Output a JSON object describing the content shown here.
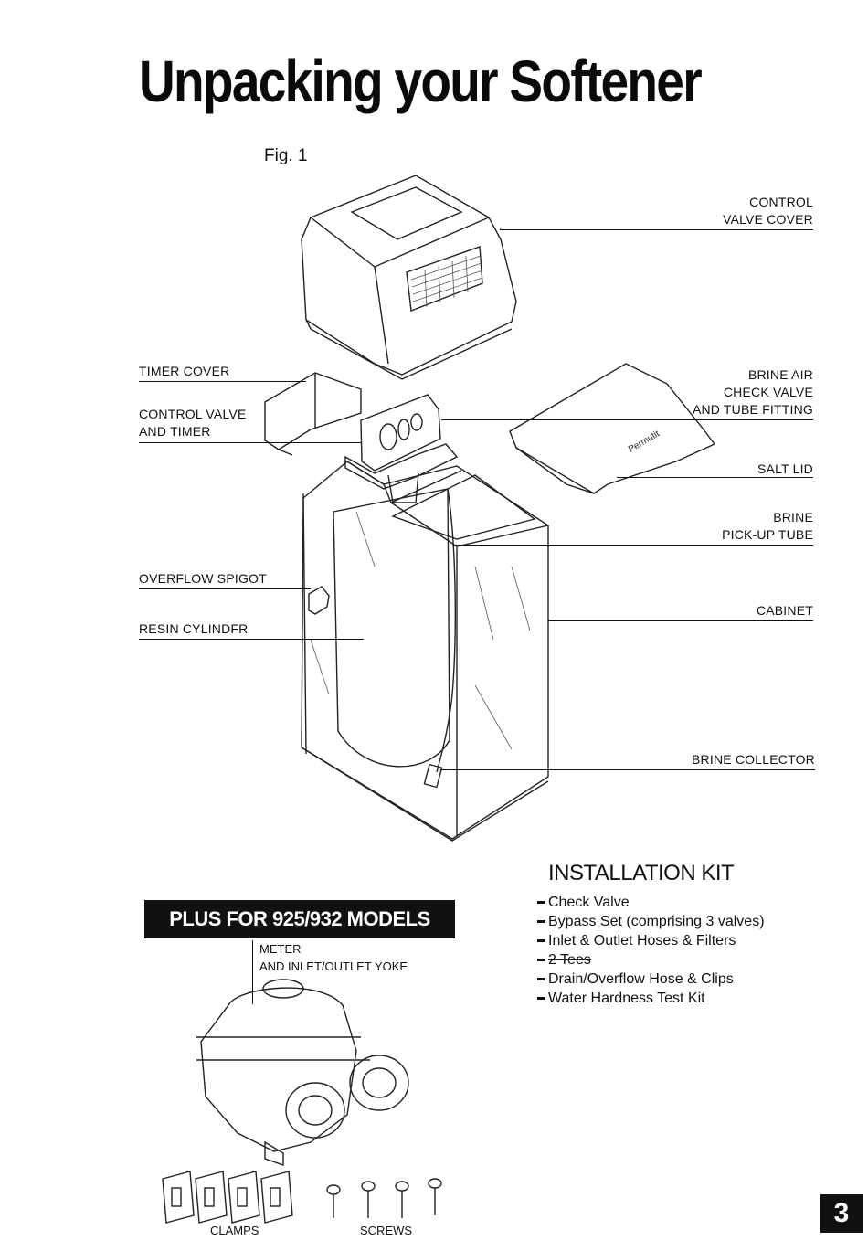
{
  "page": {
    "title": "Unpacking your Softener",
    "figure_label": "Fig. 1",
    "page_number": "3"
  },
  "figure": {
    "left_labels": {
      "timer_cover": "TIMER COVER",
      "control_valve_timer_1": "CONTROL VALVE",
      "control_valve_timer_2": "AND TIMER",
      "overflow_spigot": "OVERFLOW SPIGOT",
      "resin_cylinder": "RESIN CYLINDFR"
    },
    "right_labels": {
      "control_valve_cover_1": "CONTROL",
      "control_valve_cover_2": "VALVE COVER",
      "brine_air_1": "BRINE AIR",
      "brine_air_2": "CHECK VALVE",
      "brine_air_3": "AND TUBE FITTING",
      "salt_lid": "SALT LID",
      "brine_pickup_1": "BRINE",
      "brine_pickup_2": "PICK-UP TUBE",
      "cabinet": "CABINET",
      "brine_collector": "BRINE COLLECTOR"
    },
    "lid_logo": "Permutit"
  },
  "installation_kit": {
    "title": "INSTALLATION KIT",
    "items": [
      {
        "text": "Check Valve",
        "struck": false
      },
      {
        "text": "Bypass Set (comprising 3 valves)",
        "struck": false
      },
      {
        "text": "Inlet & Outlet Hoses & Filters",
        "struck": false
      },
      {
        "text": "2 Tees",
        "struck": true
      },
      {
        "text": "Drain/Overflow Hose & Clips",
        "struck": false
      },
      {
        "text": "Water Hardness Test Kit",
        "struck": false
      }
    ]
  },
  "models_extra": {
    "banner": "PLUS FOR 925/932 MODELS",
    "meter_label_1": "METER",
    "meter_label_2": "AND INLET/OUTLET YOKE",
    "clamps": "CLAMPS",
    "screws": "SCREWS"
  }
}
